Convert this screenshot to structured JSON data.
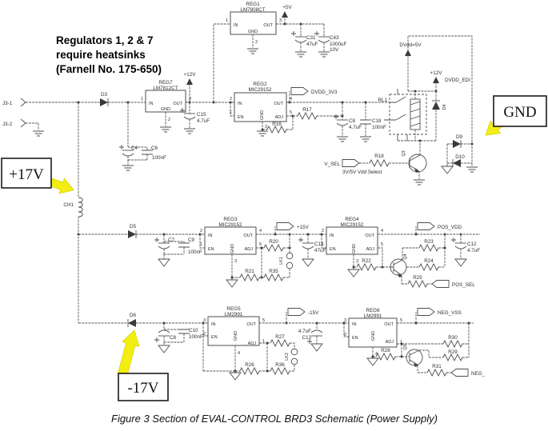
{
  "title_note": {
    "line1": "Regulators 1, 2 & 7",
    "line2": "require heatsinks",
    "line3": "(Farnell No. 175-650)"
  },
  "caption": "Figure 3 Section of EVAL-CONTROL BRD3 Schematic (Power Supply)",
  "callouts": {
    "plus17v": "+17V",
    "gnd": "GND",
    "minus17v": "-17V"
  },
  "colors": {
    "arrow_yellow": "#F2EE11",
    "wire": "#575757",
    "text": "#2e2e2e"
  },
  "pins": {
    "in": "IN",
    "out": "OUT",
    "gnd": "GND",
    "en": "EN",
    "adj": "ADJ",
    "n1": "1",
    "n2": "2",
    "n3": "3",
    "n4": "4",
    "n5": "5"
  },
  "regs": {
    "reg1": {
      "ref": "REG1",
      "part": "LM7808CT"
    },
    "reg7": {
      "ref": "REG7",
      "part": "LM7812CT"
    },
    "reg2": {
      "ref": "REG2",
      "part": "MIC29152"
    },
    "reg3": {
      "ref": "REG3",
      "part": "MIC29152"
    },
    "reg4": {
      "ref": "REG4",
      "part": "MIC29152"
    },
    "reg5": {
      "ref": "REG5",
      "part": "LM2991"
    },
    "reg6": {
      "ref": "REG6",
      "part": "LM2991"
    }
  },
  "nets": {
    "p5v": "+5V",
    "p12v": "+12V",
    "p15v": "+15V",
    "m15v": "-15V",
    "dvdd5": "DVdd=5V",
    "dvdd_edi": "DVDD_EDI",
    "dvdd_3v3": "DVDD_3V3",
    "pos_vdd": "POS_VDD",
    "pos_sel": "POS_SEL",
    "neg_vss": "NEG_VSS",
    "neg": "NEG_",
    "v_sel": "V_SEL",
    "vdd_select": "3V/5V Vdd Select"
  },
  "parts": {
    "j3_1": "J3-1",
    "j3_2": "J3-2",
    "d3": "D3",
    "d4": "D4",
    "d5": "D5",
    "d6": "D6",
    "d9": "D9",
    "d10": "D10",
    "ch1": "CH1",
    "rl1": "RL1",
    "lk1": "LK1",
    "lk2": "LK2",
    "q3": "Q3",
    "q4": "Q4",
    "q5": "Q5",
    "c4": "C4",
    "c6": "C6",
    "c6_val": "100nF",
    "c7": "C7",
    "c9": "C9",
    "c9_val": "100nF",
    "c8a": "C8",
    "c8a_val": "4.7uF",
    "c18": "C18",
    "c18_val": "100nF",
    "c8b": "C8",
    "c10": "C10",
    "c10_val": "100nF",
    "c15": "C15",
    "c15_val": "4.7uF",
    "c31": "C31",
    "c31_val": "47uF",
    "c43": "C43",
    "c43_val": "1000uF",
    "c43_volt": "10V",
    "c11": "C11",
    "c11_val": "47uF",
    "c12": "C12",
    "c12_val": "4.7uF",
    "c13": "C13",
    "c13_val": "4.7uF",
    "r16": "R16",
    "r17": "R17",
    "r18": "R18",
    "r20": "R20",
    "r21": "R21",
    "r22": "R22",
    "r23": "R23",
    "r24": "R24",
    "r25": "R25",
    "r26": "R26",
    "r27": "R27",
    "r28": "R28",
    "r29": "R29",
    "r30": "R30",
    "r31": "R31",
    "r35": "R35",
    "r36": "R36"
  }
}
